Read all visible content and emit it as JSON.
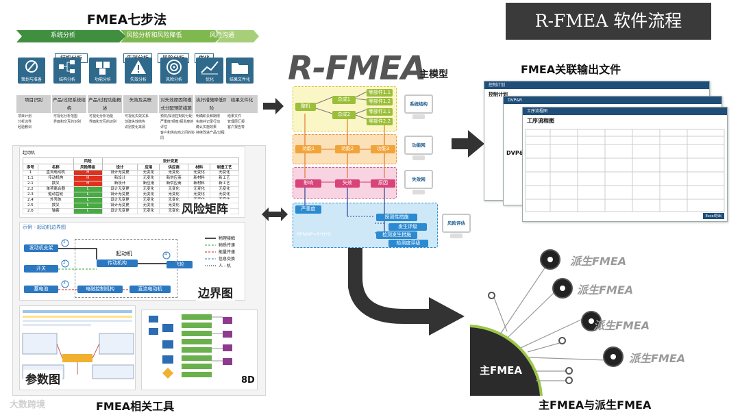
{
  "header": {
    "banner": "R-FMEA 软件流程"
  },
  "seven_step": {
    "title": "FMEA七步法",
    "stages": [
      "系统分析",
      "风险分析和风险降低",
      "风险沟通"
    ],
    "step_tags": [
      "结构分析",
      "失效分析",
      "风险分析",
      "优化"
    ],
    "steps": [
      {
        "icon_label": "策划与准备",
        "header": "项目识别",
        "bullets": [
          "项目计划",
          "分析边界",
          "经验教训"
        ]
      },
      {
        "icon_label": "结构分析",
        "header": "产品/过程系统结构",
        "bullets": [
          "可视化分析范围",
          "界面和交互的识别"
        ]
      },
      {
        "icon_label": "功能分析",
        "header": "产品/过程功能概述",
        "bullets": [
          "可视化分析功能",
          "界面和交互的识别"
        ]
      },
      {
        "icon_label": "失效分析",
        "header": "失效及关联",
        "bullets": [
          "可视化失效关系",
          "创建失效结构",
          "识别变化来源"
        ]
      },
      {
        "icon_label": "风险分析",
        "header": "对失效原因和模式分配预防措施",
        "bullets": [
          "预防/探测控制的分配",
          "严重度/频度/探测度的评估",
          "客户和供应商之间的协同"
        ]
      },
      {
        "icon_label": "优化",
        "header": "执行措施降低风险",
        "bullets": [
          "明确职责和期限",
          "实施并记录行动",
          "确认实施效果",
          "持续改进产品/过程"
        ]
      },
      {
        "icon_label": "结果文件化",
        "header": "结果文件化",
        "bullets": [
          "结果文件",
          "管理层汇报",
          "客户报告等"
        ]
      }
    ]
  },
  "tools": {
    "matrix_caption": "起动机",
    "matrix_headers": [
      "序号",
      "名称",
      "风险等级",
      "设计",
      "应用",
      "供应商",
      "材料",
      "制造工艺"
    ],
    "matrix_super_headers": [
      "风险",
      "设计变更"
    ],
    "matrix_rows": [
      [
        "1",
        "直流电动机",
        "H",
        "设计无变更",
        "无变化",
        "无变化",
        "无变化",
        "无变化"
      ],
      [
        "1.1",
        "传动机构",
        "H",
        "新设计",
        "无变化",
        "新供应商",
        "新材料",
        "新工艺"
      ],
      [
        "2.1",
        "拨叉",
        "H",
        "新设计",
        "新应用",
        "新供应商",
        "新材料",
        "新工艺"
      ],
      [
        "2.2",
        "单项离合器",
        "L",
        "设计无变更",
        "无变化",
        "无变化",
        "无变化",
        "无变化"
      ],
      [
        "2.3",
        "驱动齿轮",
        "L",
        "设计无变更",
        "无变化",
        "无变化",
        "无变化",
        "无变化"
      ],
      [
        "2.4",
        "外壳体",
        "L",
        "设计无变更",
        "无变化",
        "无变化",
        "无变化",
        "无变化"
      ],
      [
        "2.5",
        "拨叉",
        "L",
        "设计无变更",
        "无变化",
        "无变化",
        "无变化",
        "无变化"
      ],
      [
        "2.6",
        "轴套",
        "L",
        "设计无变更",
        "无变化",
        "无变化",
        "无变化",
        "无变化"
      ]
    ],
    "matrix_label": "风险矩阵",
    "boundary_title": "示例 - 起动机边界图",
    "boundary_label": "边界图",
    "boundary_system": "起动机",
    "boundary_nodes": [
      "发动机支架",
      "开关",
      "蓄电池",
      "传动机构",
      "电磁控制机构",
      "直流电动机",
      "飞轮"
    ],
    "boundary_legend": [
      "物理接触",
      "物质传递",
      "能量传递",
      "信息交换",
      "人 - 机"
    ],
    "boundary_markers": [
      "1",
      "2",
      "3",
      "4"
    ],
    "param_label": "参数图",
    "label_8d": "8D",
    "tools_title": "FMEA相关工具",
    "watermark": "大数跨境"
  },
  "main_model": {
    "title": "R-FMEA",
    "subtitle": "主模型",
    "nodes": {
      "root": "整机",
      "sub1": "总成1",
      "sub2": "总成2",
      "parts": [
        "零部件1.1",
        "零部件1.2",
        "零部件2.1",
        "零部件2.2"
      ],
      "functions": [
        "功能1",
        "功能2",
        "功能3"
      ],
      "effects": [
        "影响",
        "失效",
        "原因"
      ],
      "severity": "严重度",
      "formula": "RPN/AP=S*O*D",
      "measures": [
        "探测性措施",
        "发生评级",
        "检测发生措施",
        "检测度评级"
      ]
    },
    "monitors": [
      "系统结构",
      "功能网",
      "失效网",
      "风险评估"
    ]
  },
  "output_files": {
    "title": "FMEA关联输出文件",
    "doc1_title": "控制计划",
    "doc2_title": "DVP&R",
    "doc3_title": "工序流程图",
    "doc_tabs": [
      "控制计划",
      "DVP&R",
      "工序流程图"
    ],
    "doc_button": "Excel导出"
  },
  "derived": {
    "main_label": "主FMEA",
    "items": [
      "派生FMEA",
      "派生FMEA",
      "派生FMEA",
      "派生FMEA"
    ],
    "caption": "主FMEA与派生FMEA"
  }
}
